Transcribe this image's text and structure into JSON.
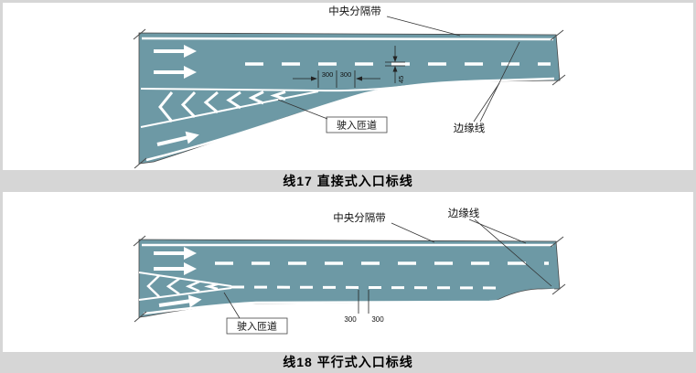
{
  "page": {
    "caption1": "线17 直接式入口标线",
    "caption2": "线18 平行式入口标线"
  },
  "colors": {
    "road": "#6d99a5",
    "marking": "#ffffff",
    "panel_bg": "#ffffff",
    "page_bg": "#d6d6d6",
    "outline": "#4a4a4a"
  },
  "diagram1": {
    "label_median": "中央分隔带",
    "label_ramp": "驶入匝道",
    "label_edge": "边缘线",
    "dim_dash": "300",
    "dim_gap": "300",
    "dim_width": "45"
  },
  "diagram2": {
    "label_median": "中央分隔带",
    "label_edge": "边缘线",
    "label_ramp": "驶入匝道",
    "dim_dash": "300",
    "dim_gap": "300"
  }
}
